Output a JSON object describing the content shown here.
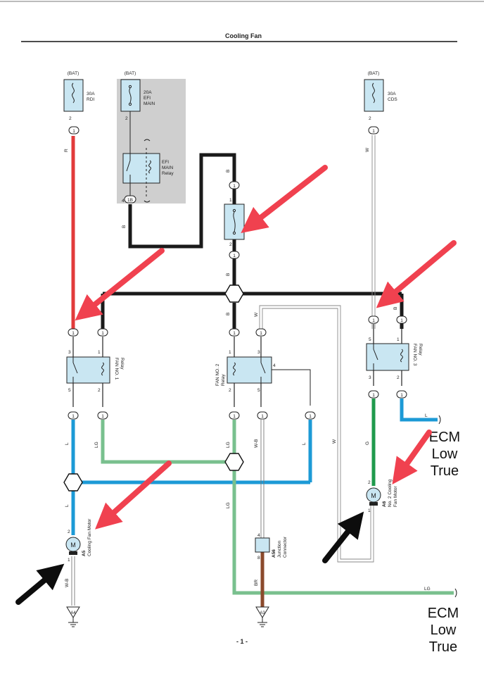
{
  "page": {
    "title": "Cooling Fan",
    "page_number": "- 1 -"
  },
  "fuses": {
    "rdi": {
      "source": "(BAT)",
      "rating": "30A",
      "name": "RDI",
      "pin": "2",
      "connector": "1"
    },
    "efi": {
      "source": "(BAT)",
      "rating": "20A",
      "name_line1": "EFI",
      "name_line2": "MAIN",
      "pin": "2"
    },
    "cds": {
      "source": "(BAT)",
      "rating": "30A",
      "name": "CDS",
      "pin": "2",
      "connector": "1"
    },
    "mid": {
      "pin_top": "1",
      "pin_bottom": "2",
      "conn_top": "1",
      "conn_bottom": "1"
    }
  },
  "efi_relay": {
    "line1": "EFI",
    "line2": "MAIN",
    "line3": "Relay",
    "pin": "4",
    "connector": "1B"
  },
  "relays": {
    "fan1": {
      "line1": "FAN NO. 1",
      "line2": "Relay",
      "pin_tl": "3",
      "pin_tr": "1",
      "pin_bl": "5",
      "pin_br": "2"
    },
    "fan2": {
      "line1": "FAN NO. 2",
      "line2": "Relay",
      "pin_tl": "1",
      "pin_tr": "3",
      "pin_bl": "2",
      "pin_br": "5",
      "pin_side": "4"
    },
    "fan3": {
      "line1": "FAN NO. 3",
      "line2": "Relay",
      "pin_tl": "5",
      "pin_tr": "1",
      "pin_bl": "3",
      "pin_br": "2"
    }
  },
  "connector_label": "1",
  "wires": {
    "R": "R",
    "B": "B",
    "W": "W",
    "L": "L",
    "LG": "LG",
    "G": "G",
    "W_B": "W-B",
    "BR": "BR"
  },
  "motors": {
    "a5": {
      "symbol": "M",
      "code": "A5",
      "line1": "Cooling Fan Motor",
      "pin_top": "2",
      "pin_bottom": "1"
    },
    "a6": {
      "symbol": "M",
      "code": "A6",
      "line1": "No. 2 Cooling",
      "line2": "Fan Motor",
      "pin_top": "2",
      "pin_bottom": "1"
    }
  },
  "junction": {
    "code": "A56",
    "line1": "Junction",
    "line2": "Connector",
    "pin_top": "4",
    "pin_bottom": "8"
  },
  "grounds": {
    "left": "A4",
    "right": "A3"
  },
  "annotations": [
    {
      "line1": "ECM",
      "line2": "Low",
      "line3": "True"
    },
    {
      "line1": "ECM",
      "line2": "Low",
      "line3": "True"
    }
  ],
  "colors": {
    "red_wire": "#e23b3b",
    "black_wire": "#1a1a1a",
    "blue_wire": "#1c9ad6",
    "lightgreen_wire": "#79c08e",
    "green_wire": "#1f9a4c",
    "brown_wire": "#8b4a2c",
    "component_fill": "#c9e6f2",
    "efi_shade": "#cfcfcf",
    "arrow_red": "#f0414f",
    "arrow_black": "#0d0d0d"
  }
}
